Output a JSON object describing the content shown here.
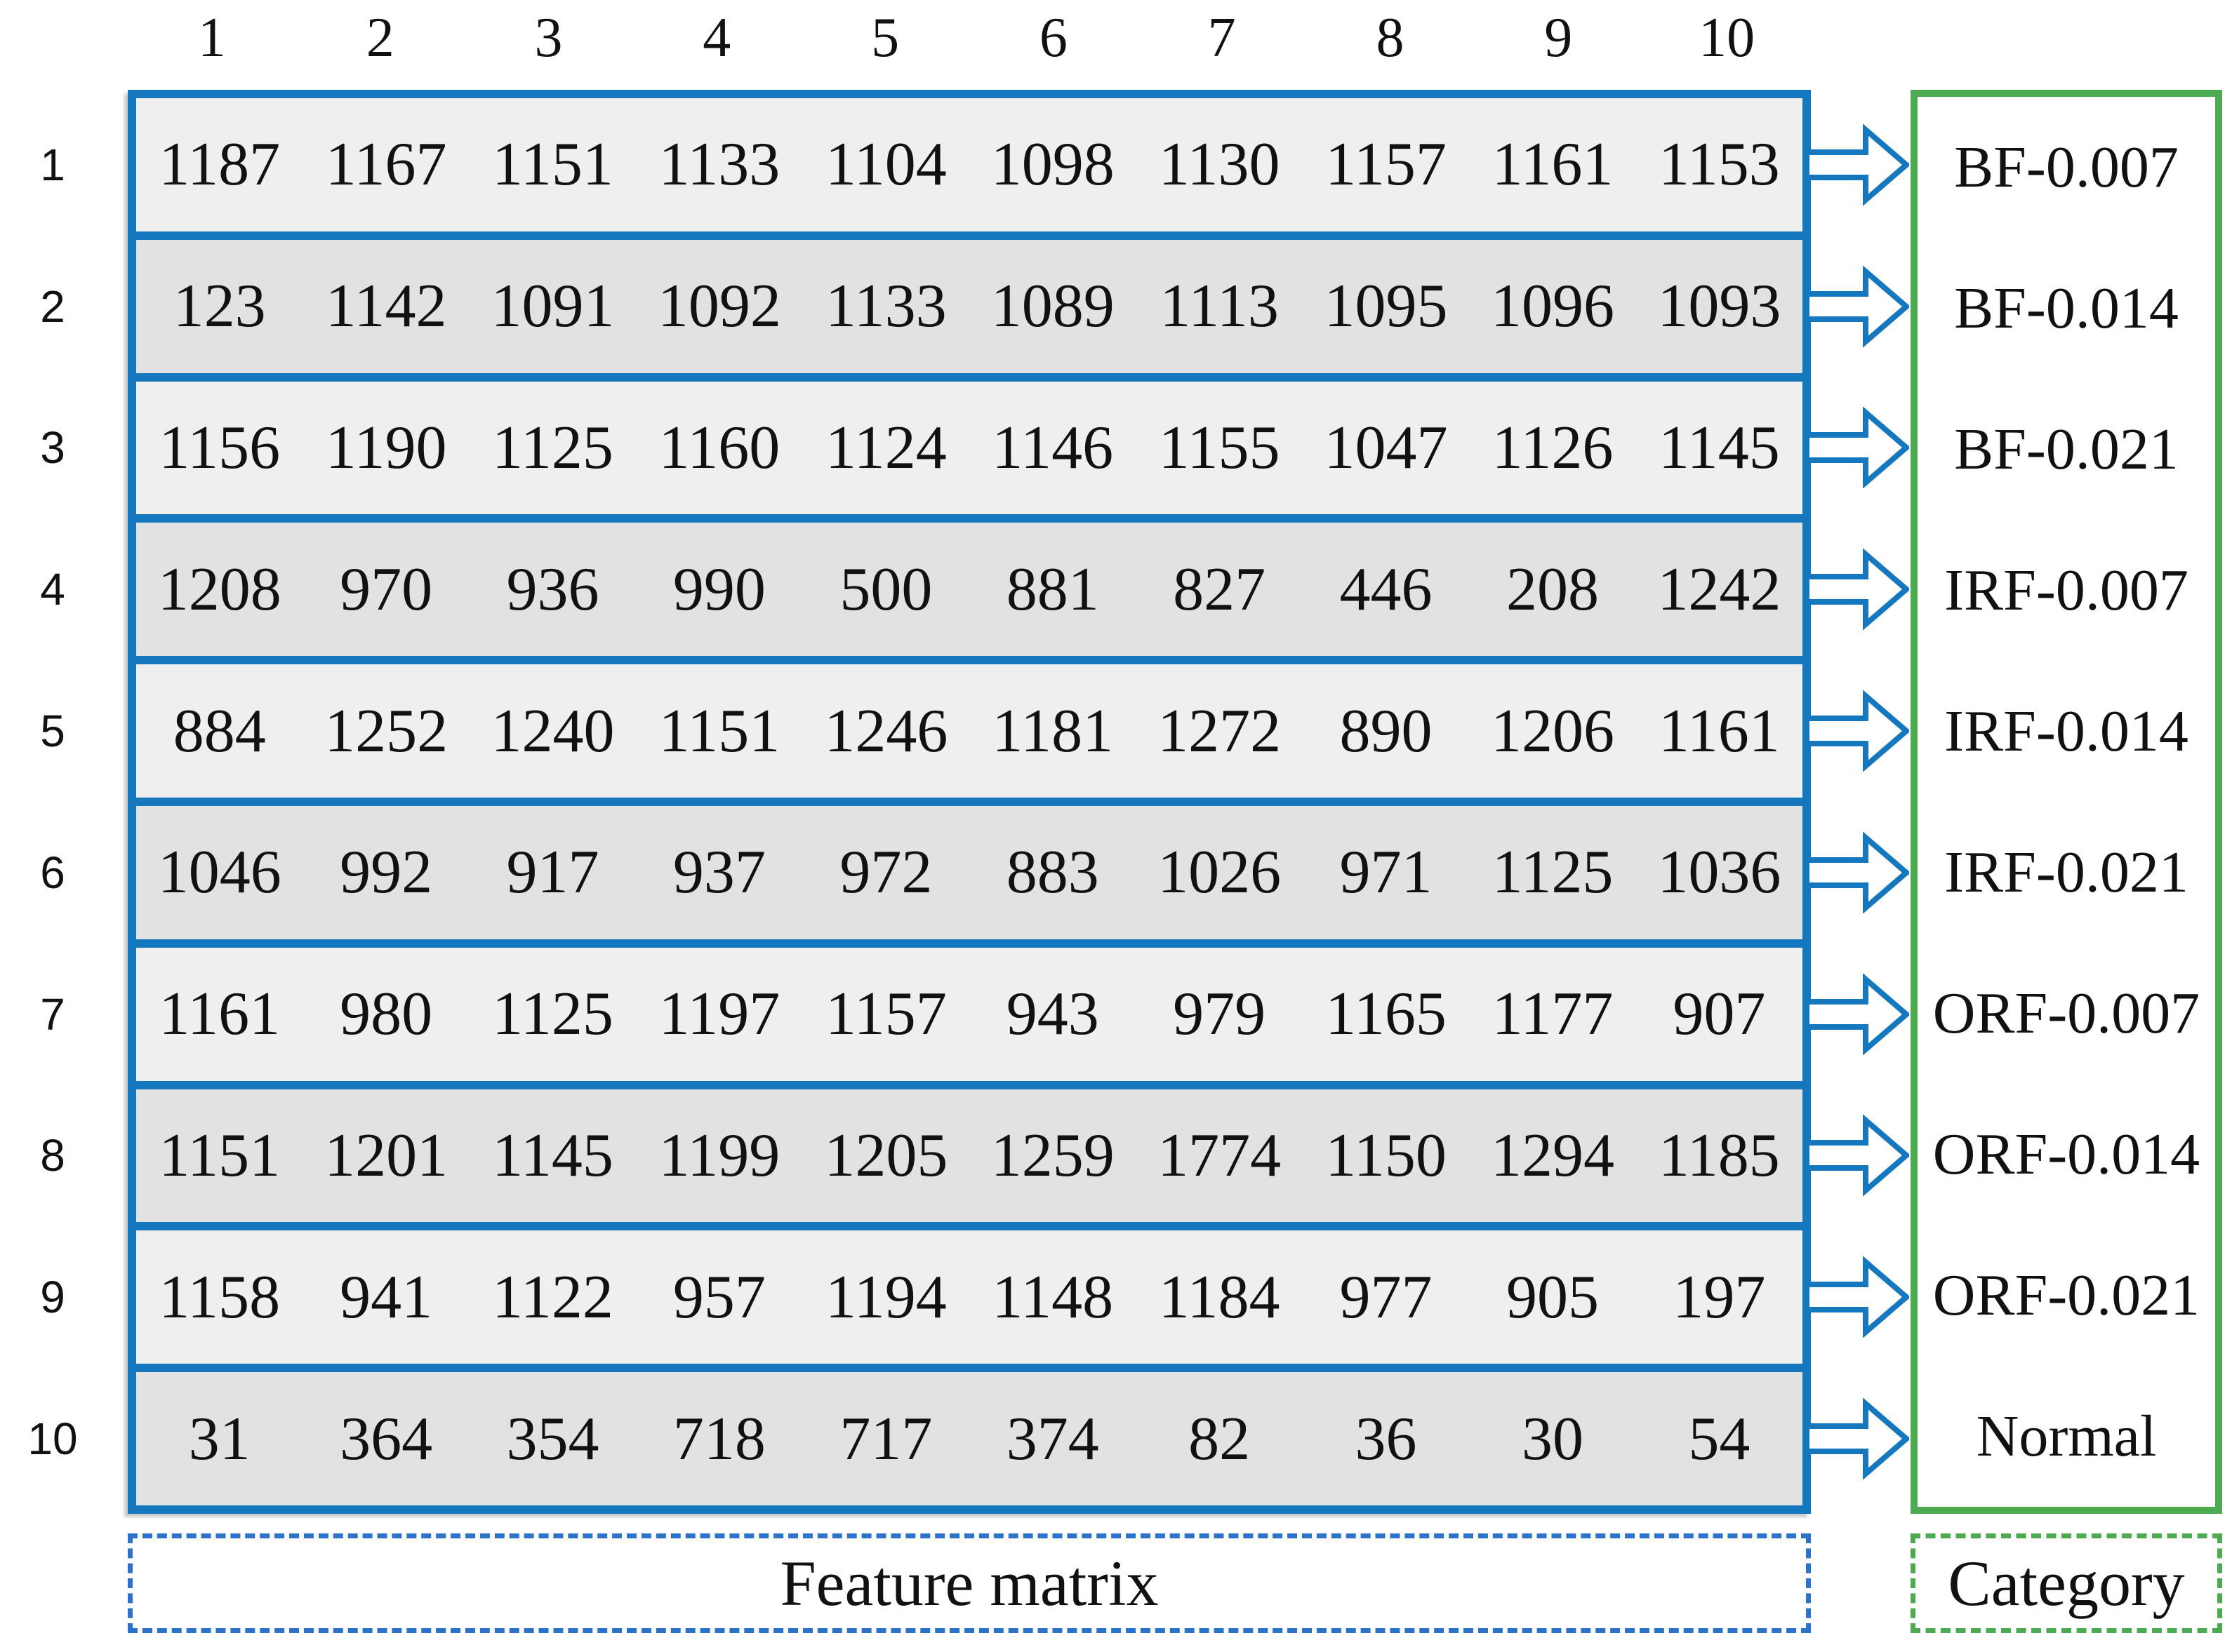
{
  "figure": {
    "column_headers": [
      "1",
      "2",
      "3",
      "4",
      "5",
      "6",
      "7",
      "8",
      "9",
      "10"
    ],
    "row_headers": [
      "1",
      "2",
      "3",
      "4",
      "5",
      "6",
      "7",
      "8",
      "9",
      "10"
    ],
    "rows": [
      {
        "values": [
          "1187",
          "1167",
          "1151",
          "1133",
          "1104",
          "1098",
          "1130",
          "1157",
          "1161",
          "1153"
        ],
        "category": "BF-0.007"
      },
      {
        "values": [
          "123",
          "1142",
          "1091",
          "1092",
          "1133",
          "1089",
          "1113",
          "1095",
          "1096",
          "1093"
        ],
        "category": "BF-0.014"
      },
      {
        "values": [
          "1156",
          "1190",
          "1125",
          "1160",
          "1124",
          "1146",
          "1155",
          "1047",
          "1126",
          "1145"
        ],
        "category": "BF-0.021"
      },
      {
        "values": [
          "1208",
          "970",
          "936",
          "990",
          "500",
          "881",
          "827",
          "446",
          "208",
          "1242"
        ],
        "category": "IRF-0.007"
      },
      {
        "values": [
          "884",
          "1252",
          "1240",
          "1151",
          "1246",
          "1181",
          "1272",
          "890",
          "1206",
          "1161"
        ],
        "category": "IRF-0.014"
      },
      {
        "values": [
          "1046",
          "992",
          "917",
          "937",
          "972",
          "883",
          "1026",
          "971",
          "1125",
          "1036"
        ],
        "category": "IRF-0.021"
      },
      {
        "values": [
          "1161",
          "980",
          "1125",
          "1197",
          "1157",
          "943",
          "979",
          "1165",
          "1177",
          "907"
        ],
        "category": "ORF-0.007"
      },
      {
        "values": [
          "1151",
          "1201",
          "1145",
          "1199",
          "1205",
          "1259",
          "1774",
          "1150",
          "1294",
          "1185"
        ],
        "category": "ORF-0.014"
      },
      {
        "values": [
          "1158",
          "941",
          "1122",
          "957",
          "1194",
          "1148",
          "1184",
          "977",
          "905",
          "197"
        ],
        "category": "ORF-0.021"
      },
      {
        "values": [
          "31",
          "364",
          "354",
          "718",
          "717",
          "374",
          "82",
          "36",
          "30",
          "54"
        ],
        "category": "Normal"
      }
    ],
    "footer": {
      "feature_matrix_label": "Feature matrix",
      "category_label": "Category"
    },
    "arrow_icon": "block-arrow-right"
  },
  "colors": {
    "matrix_border_blue": "#1577bd",
    "dashed_blue": "#2b72c8",
    "category_border_green": "#4cab51",
    "row_light_gray": "#f0efef",
    "row_dark_gray": "#e3e2e2",
    "text_black": "#111111"
  }
}
